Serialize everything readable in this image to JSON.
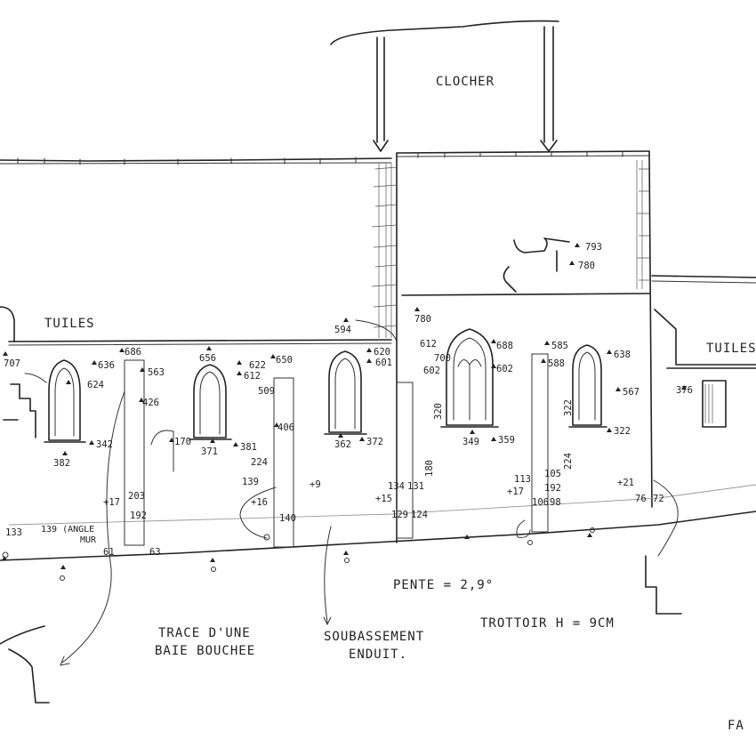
{
  "labels": {
    "clocher": "CLOCHER",
    "tuiles_left": "TUILES",
    "tuiles_right": "TUILES",
    "pente": "PENTE = 2,9°",
    "trace_line1": "TRACE D'UNE",
    "trace_line2": "BAIE BOUCHEE",
    "soubassement_line1": "SOUBASSEMENT",
    "soubassement_line2": "ENDUIT.",
    "trottoir": "TROTTOIR H = 9CM",
    "angle_line1": "139 (ANGLE",
    "angle_line2": "MUR",
    "corner_text": "FA"
  },
  "dimensions": [
    {
      "id": "d707",
      "text": "707"
    },
    {
      "id": "d636",
      "text": "636"
    },
    {
      "id": "d624",
      "text": "624"
    },
    {
      "id": "d686",
      "text": "686"
    },
    {
      "id": "d563",
      "text": "563"
    },
    {
      "id": "d426",
      "text": "426"
    },
    {
      "id": "d342",
      "text": "342"
    },
    {
      "id": "d382",
      "text": "382"
    },
    {
      "id": "d656",
      "text": "656"
    },
    {
      "id": "d622",
      "text": "622"
    },
    {
      "id": "d612a",
      "text": "612"
    },
    {
      "id": "d650",
      "text": "650"
    },
    {
      "id": "d509",
      "text": "509"
    },
    {
      "id": "d406",
      "text": "406"
    },
    {
      "id": "d381",
      "text": "381"
    },
    {
      "id": "d371",
      "text": "371"
    },
    {
      "id": "d224a",
      "text": "224"
    },
    {
      "id": "d170",
      "text": "170"
    },
    {
      "id": "d594",
      "text": "594"
    },
    {
      "id": "d620",
      "text": "620"
    },
    {
      "id": "d601",
      "text": "601"
    },
    {
      "id": "d362",
      "text": "362"
    },
    {
      "id": "d372",
      "text": "372"
    },
    {
      "id": "d780a",
      "text": "780"
    },
    {
      "id": "d612b",
      "text": "612"
    },
    {
      "id": "d602a",
      "text": "602"
    },
    {
      "id": "d700",
      "text": "700"
    },
    {
      "id": "d320",
      "text": "320"
    },
    {
      "id": "d180",
      "text": "180"
    },
    {
      "id": "d688",
      "text": "688"
    },
    {
      "id": "d602b",
      "text": "602"
    },
    {
      "id": "d349",
      "text": "349"
    },
    {
      "id": "d359",
      "text": "359"
    },
    {
      "id": "d585",
      "text": "585"
    },
    {
      "id": "d588",
      "text": "588"
    },
    {
      "id": "d322a",
      "text": "322"
    },
    {
      "id": "d322b",
      "text": "322"
    },
    {
      "id": "d224b",
      "text": "224"
    },
    {
      "id": "d638",
      "text": "638"
    },
    {
      "id": "d567",
      "text": "567"
    },
    {
      "id": "d793",
      "text": "793"
    },
    {
      "id": "d780b",
      "text": "780"
    },
    {
      "id": "d376",
      "text": "376"
    },
    {
      "id": "d203",
      "text": "203"
    },
    {
      "id": "d192a",
      "text": "192"
    },
    {
      "id": "d17a",
      "text": "+17"
    },
    {
      "id": "d61",
      "text": "61"
    },
    {
      "id": "d63",
      "text": "63"
    },
    {
      "id": "d133",
      "text": "133"
    },
    {
      "id": "d139",
      "text": "139"
    },
    {
      "id": "d16",
      "text": "+16"
    },
    {
      "id": "d140",
      "text": "140"
    },
    {
      "id": "d9",
      "text": "+9"
    },
    {
      "id": "d134",
      "text": "134"
    },
    {
      "id": "d131",
      "text": "131"
    },
    {
      "id": "d15",
      "text": "+15"
    },
    {
      "id": "d129",
      "text": "129"
    },
    {
      "id": "d124",
      "text": "124"
    },
    {
      "id": "d113",
      "text": "113"
    },
    {
      "id": "d105",
      "text": "105"
    },
    {
      "id": "d17b",
      "text": "+17"
    },
    {
      "id": "d106",
      "text": "106"
    },
    {
      "id": "d98",
      "text": "98"
    },
    {
      "id": "d21",
      "text": "+21"
    },
    {
      "id": "d76",
      "text": "76"
    },
    {
      "id": "d72",
      "text": "72"
    },
    {
      "id": "d192b",
      "text": "192"
    }
  ]
}
